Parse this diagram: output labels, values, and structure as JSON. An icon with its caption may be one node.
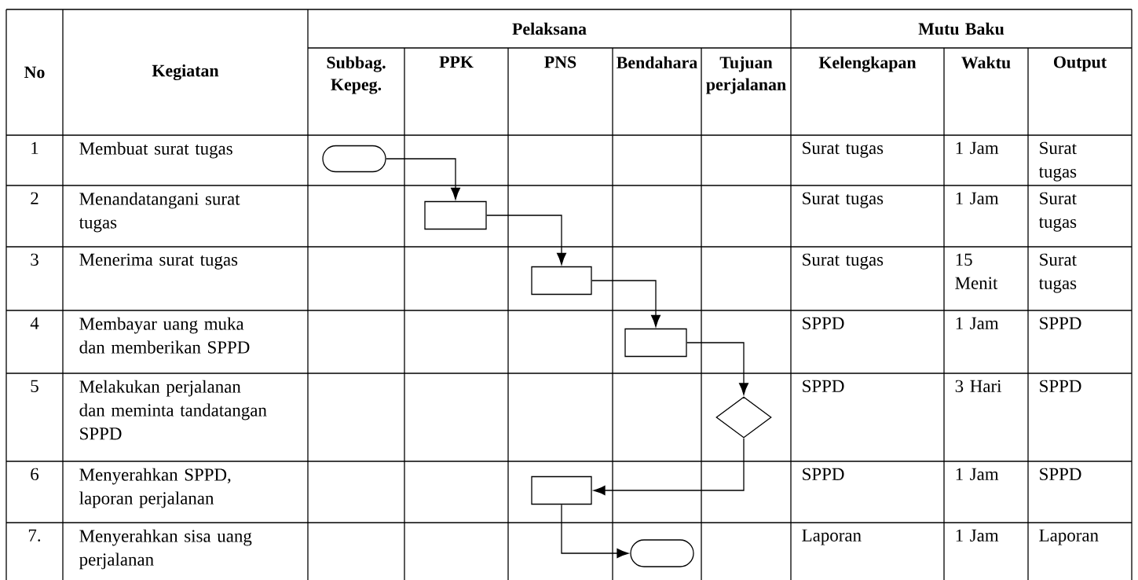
{
  "diagram": {
    "nodes": [
      {
        "text": [],
        "shape": "oval"
      },
      {
        "text": [],
        "shape": "box"
      },
      {
        "text": [],
        "shape": "box"
      },
      {
        "text": [],
        "shape": "box"
      },
      {
        "text": [],
        "shape": "diamond"
      },
      {
        "text": [],
        "shape": "box"
      },
      {
        "text": [],
        "shape": "oval"
      }
    ],
    "edges": [
      {
        "from": 0,
        "to": 1,
        "arrow": "to"
      },
      {
        "from": 1,
        "to": 2,
        "arrow": "to"
      },
      {
        "from": 2,
        "to": 3,
        "arrow": "to"
      },
      {
        "from": 3,
        "to": 4,
        "arrow": "to"
      },
      {
        "from": 4,
        "to": 5,
        "arrow": "to"
      },
      {
        "from": 5,
        "to": 6,
        "arrow": "to"
      }
    ],
    "labels": [
      "No",
      "Kegiatan",
      "Pelaksana",
      "Mutu Baku",
      "Subbag. Kepeg.",
      "PPK",
      "PNS",
      "Bendahara",
      "Tujuan perjalanan",
      "Kelengkapan",
      "Waktu",
      "Output",
      "1",
      "Membuat surat tugas",
      "Surat tugas",
      "1 Jam",
      "Surat tugas",
      "2",
      "Menandatangani surat tugas",
      "Surat tugas",
      "1 Jam",
      "Surat tugas",
      "3",
      "Menerima surat tugas",
      "Surat tugas",
      "15 Menit",
      "Surat tugas",
      "4",
      "Membayar uang muka dan memberikan SPPD",
      "SPPD",
      "1 Jam",
      "SPPD",
      "5",
      "Melakukan perjalanan dan meminta tandatangan SPPD",
      "SPPD",
      "3 Hari",
      "SPPD",
      "6",
      "Menyerahkan SPPD, laporan perjalanan",
      "SPPD",
      "1 Jam",
      "SPPD",
      "7.",
      "Menyerahkan sisa uang perjalanan",
      "Laporan",
      "1 Jam",
      "Laporan"
    ]
  }
}
